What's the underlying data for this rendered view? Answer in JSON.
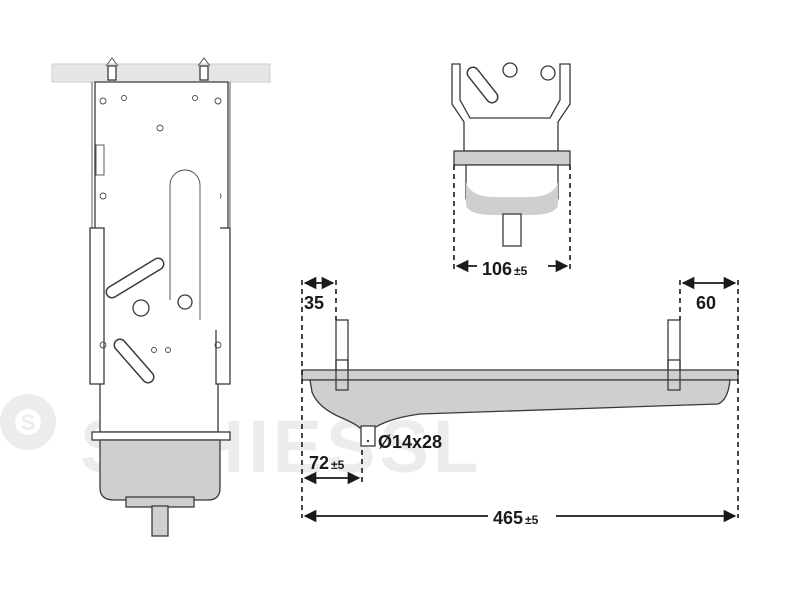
{
  "watermark": {
    "text": "SCHIESSL"
  },
  "dimensions": {
    "top_width": {
      "value": "106",
      "tolerance": "±5"
    },
    "left_offset": {
      "value": "35"
    },
    "right_offset": {
      "value": "60"
    },
    "drain_spec": {
      "value": "Ø14x28"
    },
    "drain_offset": {
      "value": "72",
      "tolerance": "±5"
    },
    "total_length": {
      "value": "465",
      "tolerance": "±5"
    }
  },
  "colors": {
    "tray_fill": "#cfcfcf",
    "line": "#3a3a3a",
    "watermark": "#ececec"
  }
}
